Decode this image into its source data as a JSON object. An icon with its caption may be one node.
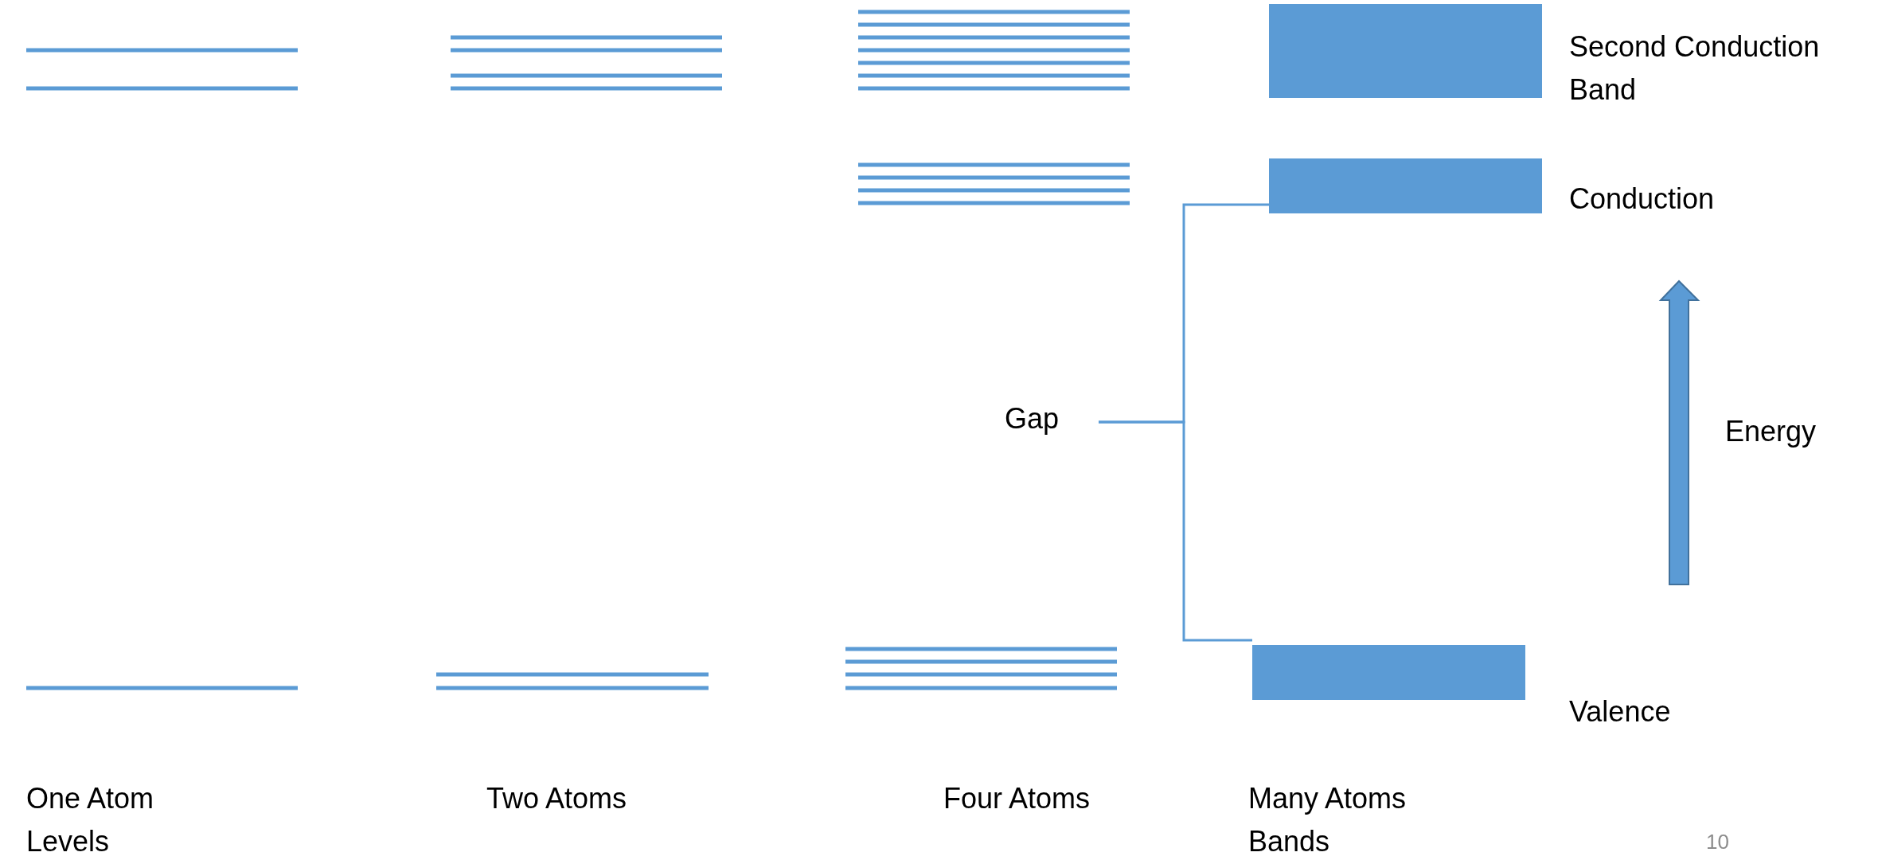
{
  "diagram": {
    "nodes": [
      {
        "text": [],
        "shape": "bar",
        "beside": [
          "Second Conduction Band"
        ]
      },
      {
        "text": [],
        "shape": "bar",
        "beside": [
          "Conduction"
        ]
      },
      {
        "text": [
          "Gap"
        ]
      },
      {
        "text": [],
        "shape": "bar",
        "beside": [
          "Valence"
        ]
      }
    ],
    "edges": [
      {
        "from": 2,
        "to": 1,
        "arrow": "none"
      },
      {
        "from": 2,
        "to": 3,
        "arrow": "none"
      }
    ],
    "labels": [
      "Energy",
      "One Atom Levels",
      "Two Atoms",
      "Four Atoms",
      "Many Atoms Bands",
      "10"
    ]
  }
}
